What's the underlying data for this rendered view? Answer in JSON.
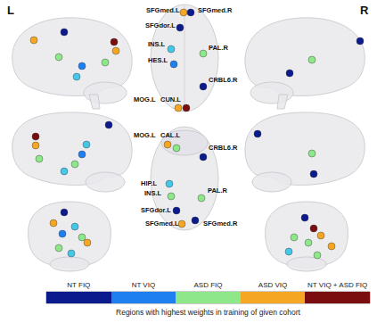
{
  "diagram": {
    "caption": "Regions with highest weights in training of given cohort",
    "labels": [
      "L",
      "R",
      "SFGmed.L",
      "SFGmed.R",
      "SFGdor.L",
      "INS.L",
      "HES.L",
      "PAL.R",
      "CRBL6.R",
      "MOG.L",
      "CUN.L",
      "MOG.L",
      "CAL.L",
      "CRBL6.R",
      "HIP.L",
      "INS.L",
      "PAL.R",
      "SFGdor.L",
      "SFGmed.L",
      "SFGmed.R"
    ],
    "legend": [
      {
        "text": "NT FIQ",
        "color": "#0b1a8c"
      },
      {
        "text": "NT VIQ",
        "color": "#1e7ff0"
      },
      {
        "text": "ASD FIQ",
        "color": "#8ee88a"
      },
      {
        "text": "ASD VIQ",
        "color": "#f5a623"
      },
      {
        "text": "NT VIQ + ASD FIQ",
        "color": "#7a0d0d"
      }
    ]
  }
}
